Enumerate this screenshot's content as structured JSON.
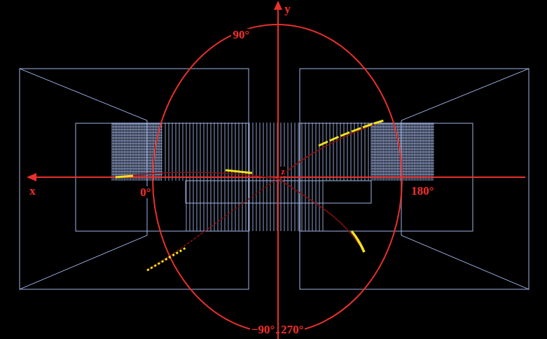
{
  "diagram": {
    "labels": [
      "y",
      "90°",
      "x",
      "0°",
      "180°",
      "z",
      "−90°",
      "270°"
    ]
  }
}
